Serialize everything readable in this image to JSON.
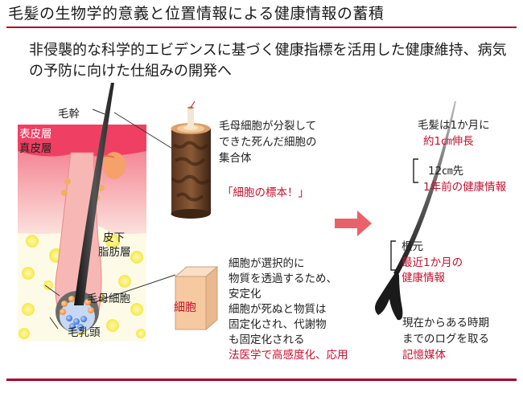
{
  "header": {
    "title": "毛髪の生物学的意義と位置情報による健康情報の蓄積",
    "subtitle": "非侵襲的な科学的エビデンスに基づく健康指標を活用した健康維持、病気の予防に向けた仕組みの開発へ"
  },
  "skin_diagram": {
    "hair_shaft": "毛幹",
    "epidermis": "表皮層",
    "dermis": "真皮層",
    "subcutaneous_fat_line1": "皮下",
    "subcutaneous_fat_line2": "脂肪層",
    "hair_matrix_cell": "毛母細胞",
    "dermal_papilla": "毛乳頭"
  },
  "shaft_section": {
    "line1": "毛母細胞が分裂して",
    "line2": "できた死んだ細胞の",
    "line3": "集合体",
    "emphasis": "「細胞の標本！」"
  },
  "cell_box": {
    "label": "細胞",
    "line1": "細胞が選択的に",
    "line2": "物質を透過するため、",
    "line3": "安定化",
    "line4": "細胞が死ぬと物質は",
    "line5": "固定化され、代謝物",
    "line6": "も固定化される",
    "emphasis": "法医学で高感度化、応用"
  },
  "growth": {
    "line1": "毛髪は1か月に",
    "line2": "約1㎝伸長",
    "tip_line1": "12㎝先",
    "tip_line2": "1年前の健康情報",
    "root_line1": "根元",
    "root_line2": "最近1か月の",
    "root_line3": "健康情報",
    "log_line1": "現在からある時期",
    "log_line2": "までのログを取る",
    "log_line3": "記憶媒体"
  },
  "colors": {
    "accent_red": "#c4112f",
    "rule_red": "#a8002a",
    "epidermis_pink": "#f04d6b",
    "dermis_pink": "#f8c9c4",
    "fat_yellow": "#fbf27a",
    "arrow_red": "#e8616b",
    "cell_box_orange": "#f6c9a0"
  }
}
